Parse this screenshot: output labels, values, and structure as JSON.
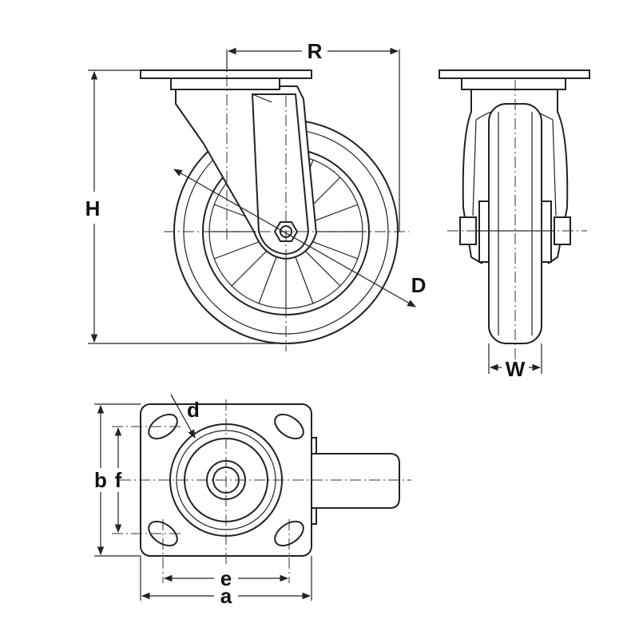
{
  "labels": {
    "R": "R",
    "H": "H",
    "D": "D",
    "W": "W",
    "d": "d",
    "b": "b",
    "f": "f",
    "e": "e",
    "a": "a"
  },
  "colors": {
    "line": "#222222",
    "background": "#ffffff"
  }
}
